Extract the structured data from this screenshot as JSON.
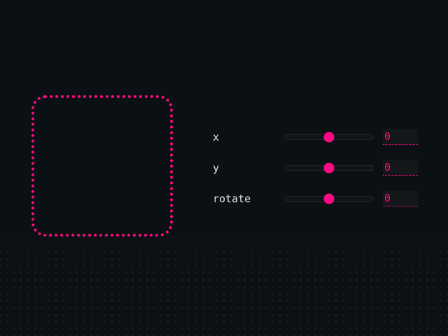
{
  "colors": {
    "accent": "#ff0a82",
    "background": "#0b1014",
    "label": "#e6e9ec"
  },
  "controls": [
    {
      "label": "x",
      "value": "0",
      "slider_fraction": 0.5
    },
    {
      "label": "y",
      "value": "0",
      "slider_fraction": 0.5
    },
    {
      "label": "rotate",
      "value": "0",
      "slider_fraction": 0.5
    }
  ]
}
